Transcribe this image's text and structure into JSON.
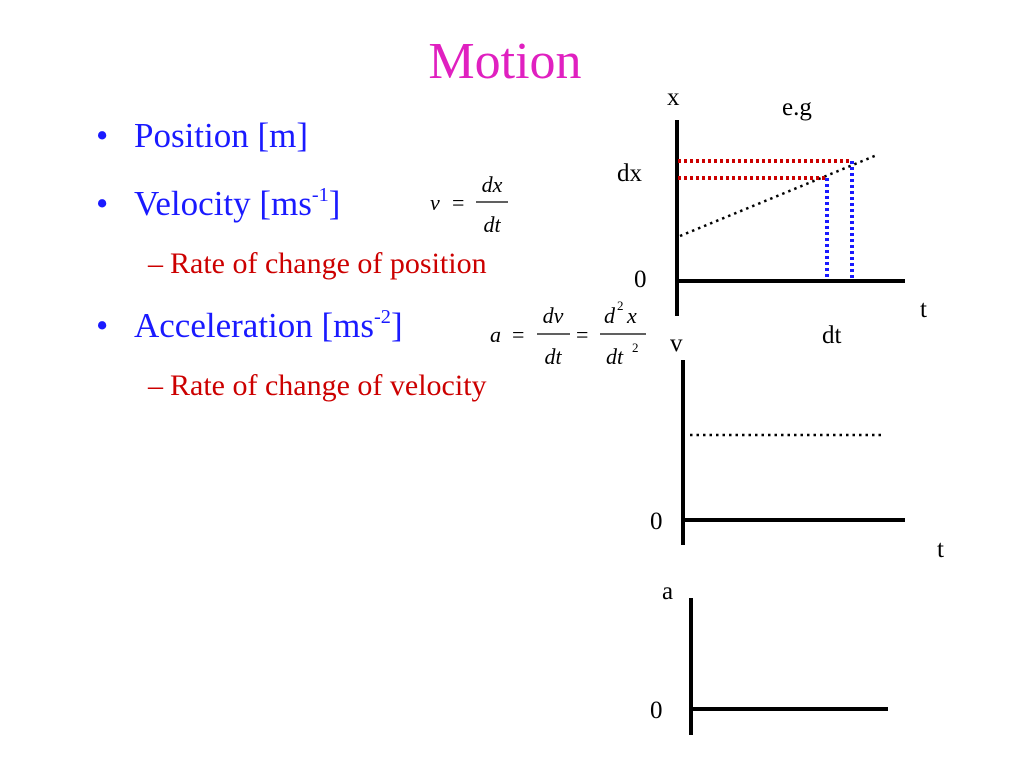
{
  "title": "Motion",
  "colors": {
    "title": "#e020c0",
    "bullet": "#1a1aff",
    "sub": "#cc0000",
    "red_dotted": "#cc0000",
    "blue_dotted": "#1a1aff"
  },
  "bullets": [
    {
      "text": "Position [m]"
    },
    {
      "text": "Velocity [ms",
      "sup": "-1",
      "after": "]"
    },
    {
      "text": "Acceleration [ms",
      "sup": "-2",
      "after": "]"
    }
  ],
  "subs": [
    {
      "text": "Rate of change of position"
    },
    {
      "text": "Rate of change of velocity"
    }
  ],
  "equations": {
    "velocity": {
      "lhs": "v",
      "num": "dx",
      "den": "dt"
    },
    "acceleration": {
      "lhs": "a",
      "num1": "dv",
      "den1": "dt",
      "num2": "d",
      "num2_sup": "2",
      "num2_var": "x",
      "den2": "dt",
      "den2_sup": "2"
    }
  },
  "graphs": {
    "position": {
      "y_label": "x",
      "x_label": "t",
      "origin": "0",
      "note": "e.g",
      "dy_label": "dx",
      "dx_label": "dt"
    },
    "velocity": {
      "y_label": "v",
      "x_label": "t",
      "origin": "0"
    },
    "acceleration": {
      "y_label": "a",
      "origin": "0"
    }
  }
}
